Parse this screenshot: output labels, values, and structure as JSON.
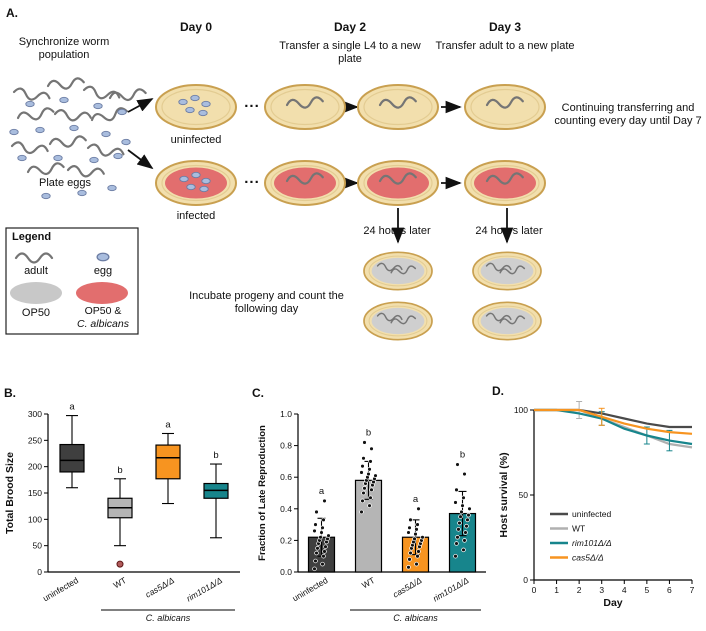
{
  "figure_colors": {
    "plate_agar": "#f2dfad",
    "plate_rim": "#c9a050",
    "infected_lawn": "#e26e6e",
    "op50_lawn": "#cfcfcf",
    "egg_fill": "#a9bdde",
    "worm_gray": "#757575"
  },
  "panel_a": {
    "label": "A.",
    "sync_text": "Synchronize worm population",
    "plate_eggs_label": "Plate eggs",
    "day0_header": "Day 0",
    "day2_header": "Day 2",
    "day3_header": "Day 3",
    "transfer_l4_text": "Transfer a single L4 to a new plate",
    "transfer_adult_text": "Transfer adult to a new plate",
    "uninfected_label": "uninfected",
    "infected_label": "infected",
    "continuing_text": "Continuing transferring and counting every day until Day 7",
    "hours_later_label": "24 hours later",
    "incubate_text": "Incubate progeny and count the following day",
    "ellipsis": "...",
    "legend": {
      "title": "Legend",
      "adult_label": "adult",
      "egg_label": "egg",
      "op50_label": "OP50",
      "op50_ca_line1": "OP50 &",
      "op50_ca_line2": "C. albicans"
    }
  },
  "panel_b_label": "B.",
  "panel_c_label": "C.",
  "panel_d_label": "D.",
  "chart_data": [
    {
      "panel": "B",
      "type": "box",
      "ylabel": "Total Brood Size",
      "ylim": [
        0,
        300
      ],
      "yticks": [
        0,
        50,
        100,
        150,
        200,
        250,
        300
      ],
      "categories": [
        "uninfected",
        "WT",
        "cas5Δ/Δ",
        "rim101Δ/Δ"
      ],
      "category_colors": [
        "#3f3f3f",
        "#b5b5b5",
        "#f79420",
        "#17858c"
      ],
      "sig_letters": [
        "a",
        "b",
        "a",
        "b"
      ],
      "boxes": [
        {
          "lo": 160,
          "q1": 190,
          "med": 212,
          "q3": 242,
          "hi": 297,
          "outliers": []
        },
        {
          "lo": 50,
          "q1": 103,
          "med": 122,
          "q3": 140,
          "hi": 177,
          "outliers": [
            15
          ]
        },
        {
          "lo": 130,
          "q1": 177,
          "med": 217,
          "q3": 241,
          "hi": 263,
          "outliers": []
        },
        {
          "lo": 65,
          "q1": 140,
          "med": 155,
          "q3": 168,
          "hi": 205,
          "outliers": []
        }
      ],
      "group_label": "C. albicans",
      "group_span": [
        1,
        3
      ]
    },
    {
      "panel": "C",
      "type": "bar",
      "ylabel": "Fraction of Late Reproduction",
      "ylim": [
        0,
        1.0
      ],
      "yticks": [
        0.0,
        0.2,
        0.4,
        0.6,
        0.8,
        1.0
      ],
      "categories": [
        "uninfected",
        "WT",
        "cas5Δ/Δ",
        "rim101Δ/Δ"
      ],
      "category_colors": [
        "#3f3f3f",
        "#b5b5b5",
        "#f79420",
        "#17858c"
      ],
      "sig_letters": [
        "a",
        "b",
        "a",
        "b"
      ],
      "values": [
        0.22,
        0.58,
        0.22,
        0.37
      ],
      "errors": [
        0.12,
        0.12,
        0.11,
        0.14
      ],
      "points": [
        [
          0.02,
          0.05,
          0.07,
          0.1,
          0.12,
          0.13,
          0.15,
          0.16,
          0.18,
          0.19,
          0.2,
          0.21,
          0.22,
          0.23,
          0.25,
          0.26,
          0.28,
          0.3,
          0.33,
          0.38,
          0.45
        ],
        [
          0.38,
          0.42,
          0.45,
          0.47,
          0.5,
          0.52,
          0.53,
          0.55,
          0.56,
          0.57,
          0.58,
          0.59,
          0.6,
          0.61,
          0.62,
          0.63,
          0.65,
          0.67,
          0.7,
          0.72,
          0.78,
          0.82
        ],
        [
          0.03,
          0.05,
          0.08,
          0.1,
          0.12,
          0.13,
          0.15,
          0.16,
          0.17,
          0.18,
          0.19,
          0.2,
          0.21,
          0.22,
          0.24,
          0.25,
          0.27,
          0.28,
          0.3,
          0.33,
          0.4
        ],
        [
          0.1,
          0.14,
          0.18,
          0.2,
          0.22,
          0.25,
          0.27,
          0.29,
          0.31,
          0.33,
          0.35,
          0.36,
          0.38,
          0.4,
          0.42,
          0.44,
          0.47,
          0.52,
          0.62,
          0.68
        ]
      ],
      "group_label": "C. albicans",
      "group_span": [
        1,
        3
      ]
    },
    {
      "panel": "D",
      "type": "line",
      "ylabel": "Host survival (%)",
      "xlabel": "Day",
      "ylim": [
        0,
        100
      ],
      "xlim": [
        0,
        7
      ],
      "yticks": [
        0,
        50,
        100
      ],
      "xticks": [
        0,
        1,
        2,
        3,
        4,
        5,
        6,
        7
      ],
      "x": [
        0,
        1,
        2,
        3,
        4,
        5,
        6,
        7
      ],
      "series": [
        {
          "name": "uninfected",
          "color": "#4a4a4a",
          "values": [
            100,
            100,
            100,
            98,
            95,
            92,
            90,
            90
          ],
          "err": [
            0,
            0,
            0,
            0,
            0,
            0,
            0,
            0
          ]
        },
        {
          "name": "WT",
          "color": "#b0b0b0",
          "values": [
            100,
            100,
            100,
            95,
            90,
            85,
            80,
            78
          ],
          "err": [
            0,
            0,
            5,
            0,
            0,
            0,
            0,
            0
          ]
        },
        {
          "name": "rim101Δ/Δ",
          "color": "#17858c",
          "values": [
            100,
            100,
            98,
            95,
            89,
            85,
            82,
            80
          ],
          "err": [
            0,
            0,
            0,
            4,
            0,
            5,
            6,
            0
          ]
        },
        {
          "name": "cas5Δ/Δ",
          "color": "#f79420",
          "values": [
            100,
            100,
            100,
            96,
            92,
            89,
            87,
            86
          ],
          "err": [
            0,
            0,
            0,
            5,
            0,
            0,
            0,
            0
          ]
        }
      ],
      "legend_position": "lower-left",
      "grid": false
    }
  ]
}
